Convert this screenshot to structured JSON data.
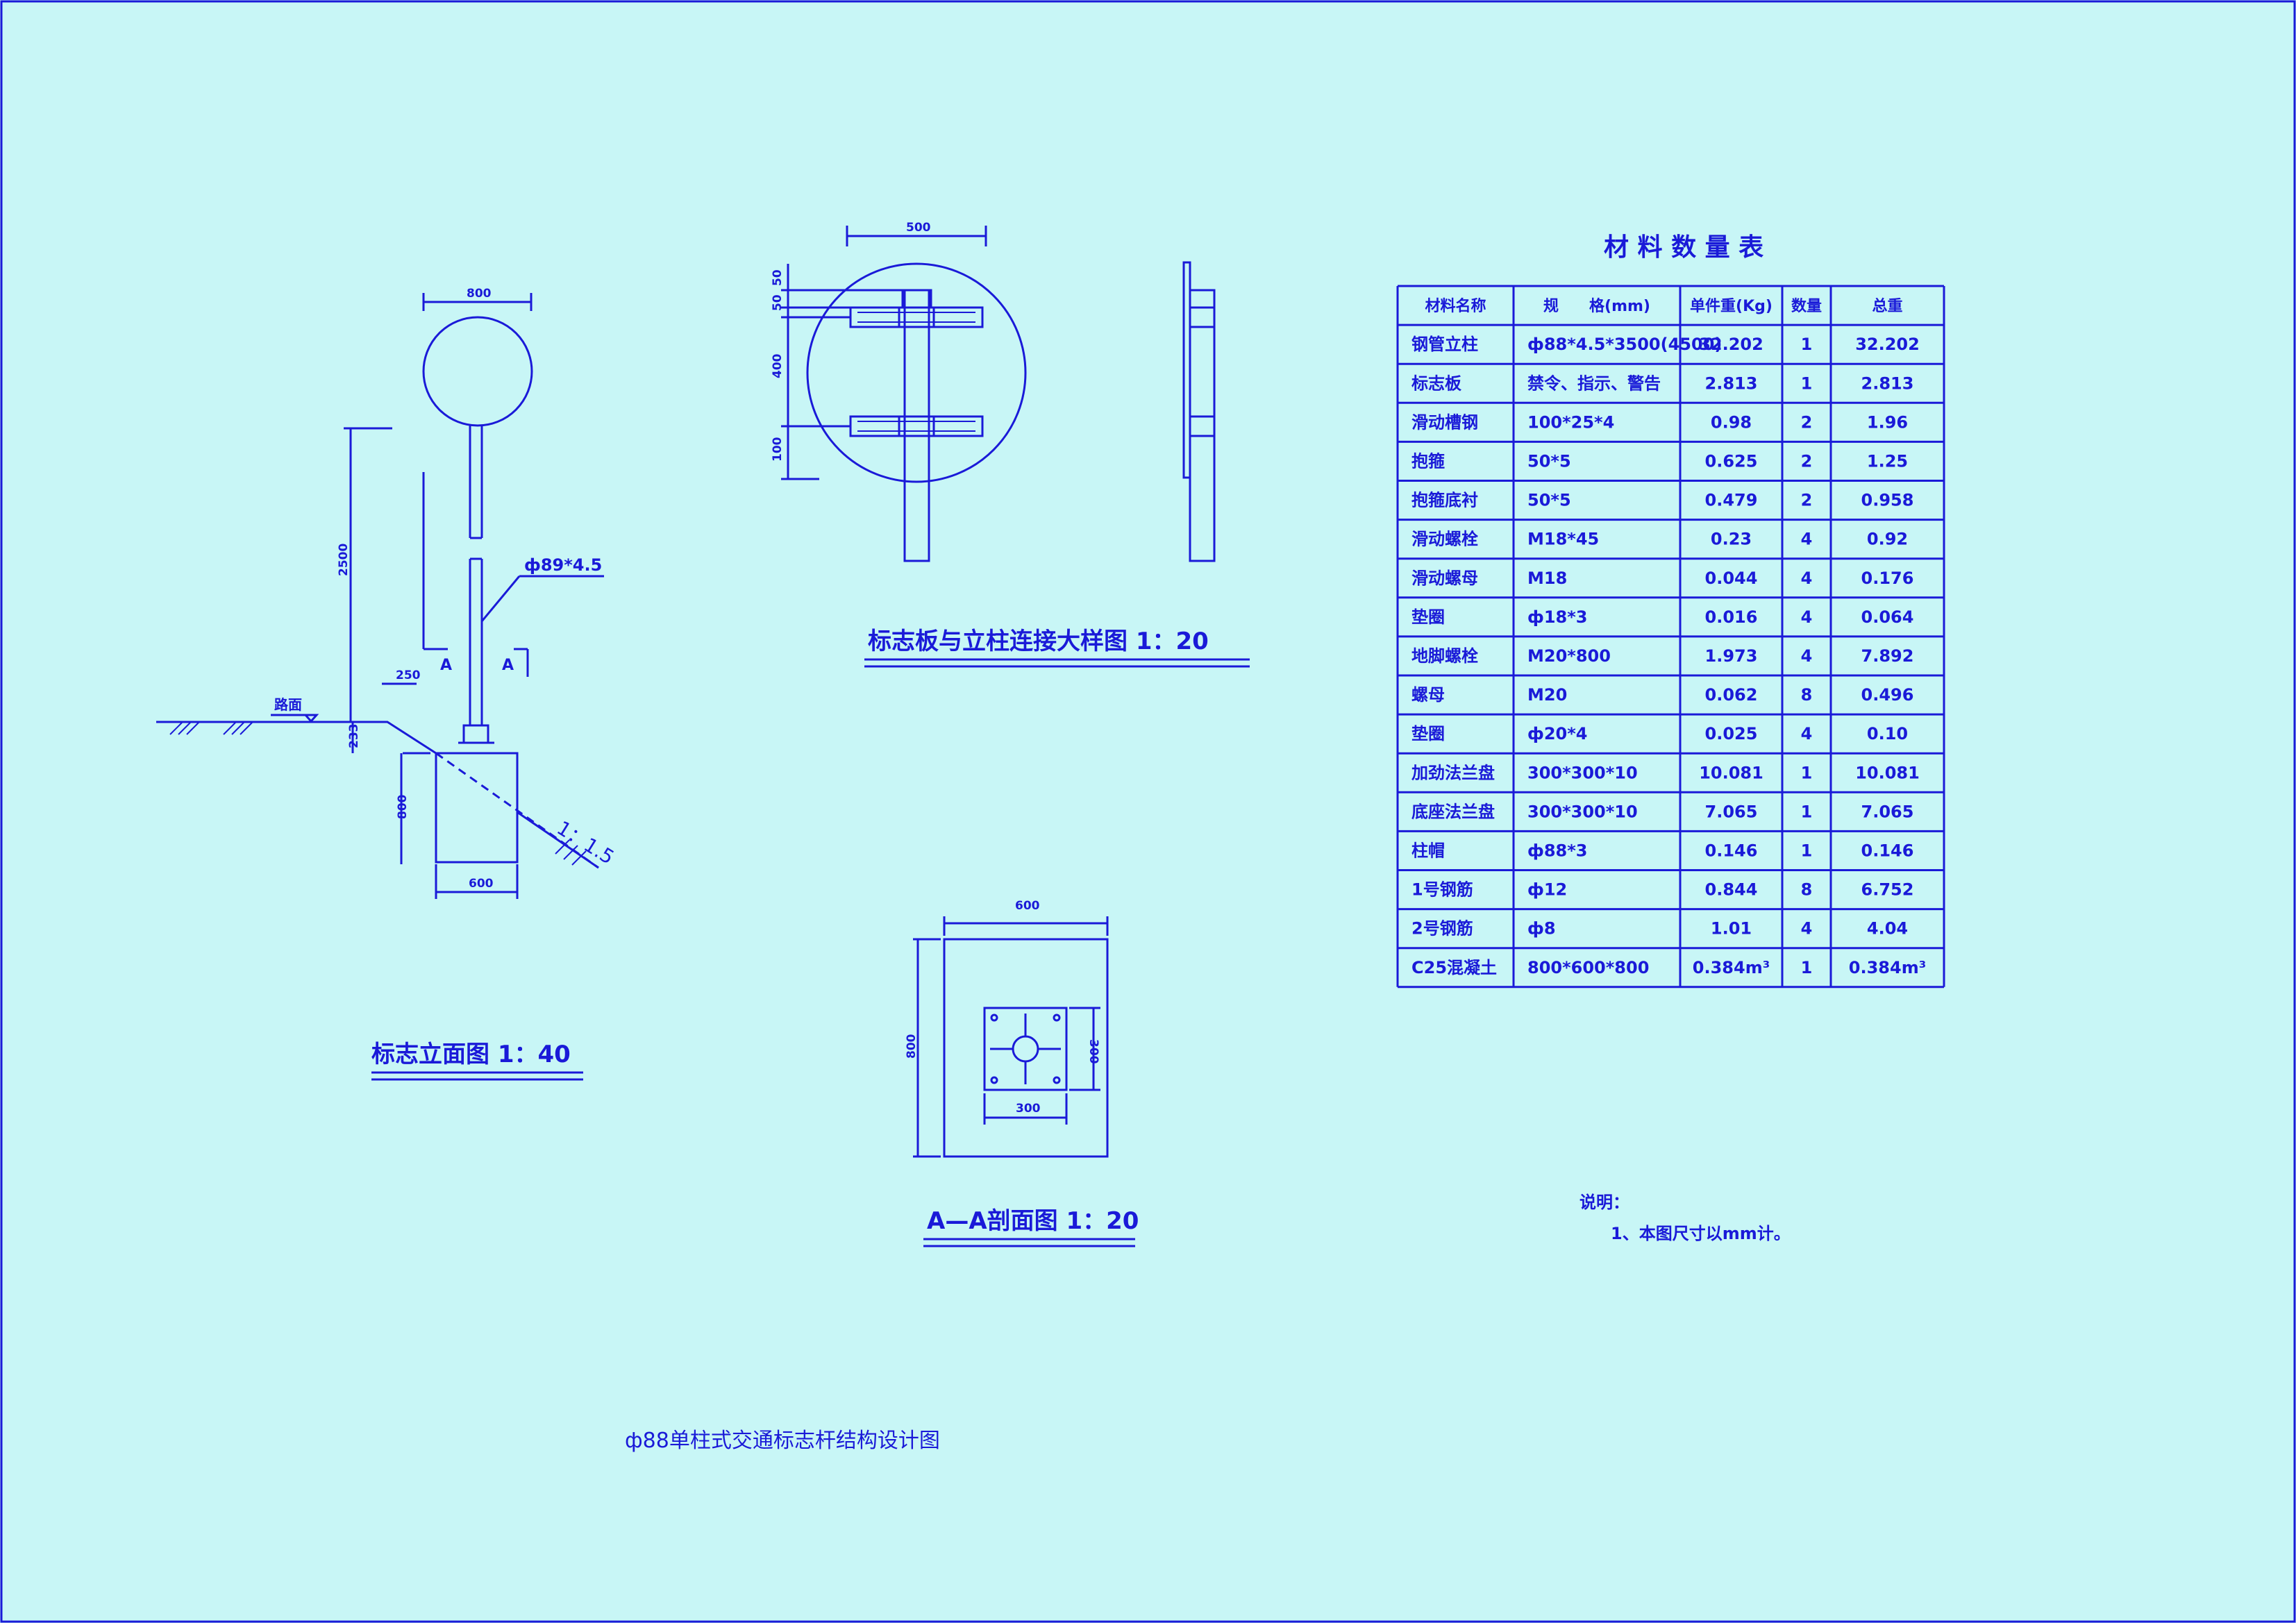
{
  "elevation": {
    "title": "标志立面图 1：40",
    "dim_sign_width": "800",
    "dim_height": "2500",
    "dim_offset": "250",
    "dim_depth_top": "233",
    "dim_foundation_depth": "800",
    "dim_foundation_width": "600",
    "pole_spec": "ф89*4.5",
    "section_mark_left": "A",
    "section_mark_right": "A",
    "road_surface": "路面",
    "slope": "1：1.5"
  },
  "detail": {
    "title": "标志板与立柱连接大样图 1：20",
    "dim_width": "500",
    "dim_50a": "50",
    "dim_50b": "50",
    "dim_400": "400",
    "dim_100": "100"
  },
  "section": {
    "title": "A—A剖面图 1：20",
    "dim_outer_width": "600",
    "dim_outer_height": "800",
    "dim_plate_width": "300",
    "dim_plate_height": "300"
  },
  "table": {
    "title": "材 料 数 量 表",
    "headers": [
      "材料名称",
      "规　　格(mm)",
      "单件重(Kg)",
      "数量",
      "总重"
    ],
    "rows": [
      [
        "钢管立柱",
        "ф88*4.5*3500(4500)",
        "32.202",
        "1",
        "32.202"
      ],
      [
        "标志板",
        "禁令、指示、警告",
        "2.813",
        "1",
        "2.813"
      ],
      [
        "滑动槽钢",
        "100*25*4",
        "0.98",
        "2",
        "1.96"
      ],
      [
        "抱箍",
        "50*5",
        "0.625",
        "2",
        "1.25"
      ],
      [
        "抱箍底衬",
        "50*5",
        "0.479",
        "2",
        "0.958"
      ],
      [
        "滑动螺栓",
        "M18*45",
        "0.23",
        "4",
        "0.92"
      ],
      [
        "滑动螺母",
        "M18",
        "0.044",
        "4",
        "0.176"
      ],
      [
        "垫圈",
        "ф18*3",
        "0.016",
        "4",
        "0.064"
      ],
      [
        "地脚螺栓",
        "M20*800",
        "1.973",
        "4",
        "7.892"
      ],
      [
        "螺母",
        "M20",
        "0.062",
        "8",
        "0.496"
      ],
      [
        "垫圈",
        "ф20*4",
        "0.025",
        "4",
        "0.10"
      ],
      [
        "加劲法兰盘",
        "300*300*10",
        "10.081",
        "1",
        "10.081"
      ],
      [
        "底座法兰盘",
        "300*300*10",
        "7.065",
        "1",
        "7.065"
      ],
      [
        "柱帽",
        "ф88*3",
        "0.146",
        "1",
        "0.146"
      ],
      [
        "1号钢筋",
        "ф12",
        "0.844",
        "8",
        "6.752"
      ],
      [
        "2号钢筋",
        "ф8",
        "1.01",
        "4",
        "4.04"
      ],
      [
        "C25混凝土",
        "800*600*800",
        "0.384m³",
        "1",
        "0.384m³"
      ]
    ]
  },
  "notes": {
    "heading": "说明：",
    "line1": "1、本图尺寸以mm计。"
  },
  "drawing_title": "ф88单柱式交通标志杆结构设计图"
}
